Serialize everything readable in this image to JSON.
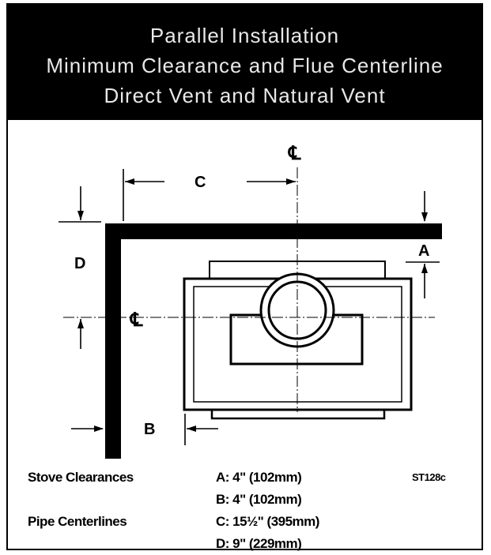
{
  "header": {
    "line1": "Parallel Installation",
    "line2": "Minimum Clearance and Flue Centerline",
    "line3": "Direct Vent and Natural Vent"
  },
  "diagram": {
    "labels": {
      "c": "C",
      "a": "A",
      "d": "D",
      "b": "B",
      "centerline_symbol": "℄"
    }
  },
  "legend": {
    "stove_clearances_label": "Stove Clearances",
    "pipe_centerlines_label": "Pipe Centerlines",
    "a_value": "A: 4\" (102mm)",
    "b_value": "B: 4\" (102mm)",
    "c_value": "C: 15½\" (395mm)",
    "d_value": "D: 9\" (229mm)",
    "figure_code": "ST128c"
  },
  "colors": {
    "ink": "#000000",
    "paper": "#ffffff",
    "header_text": "#e8e8e8"
  }
}
